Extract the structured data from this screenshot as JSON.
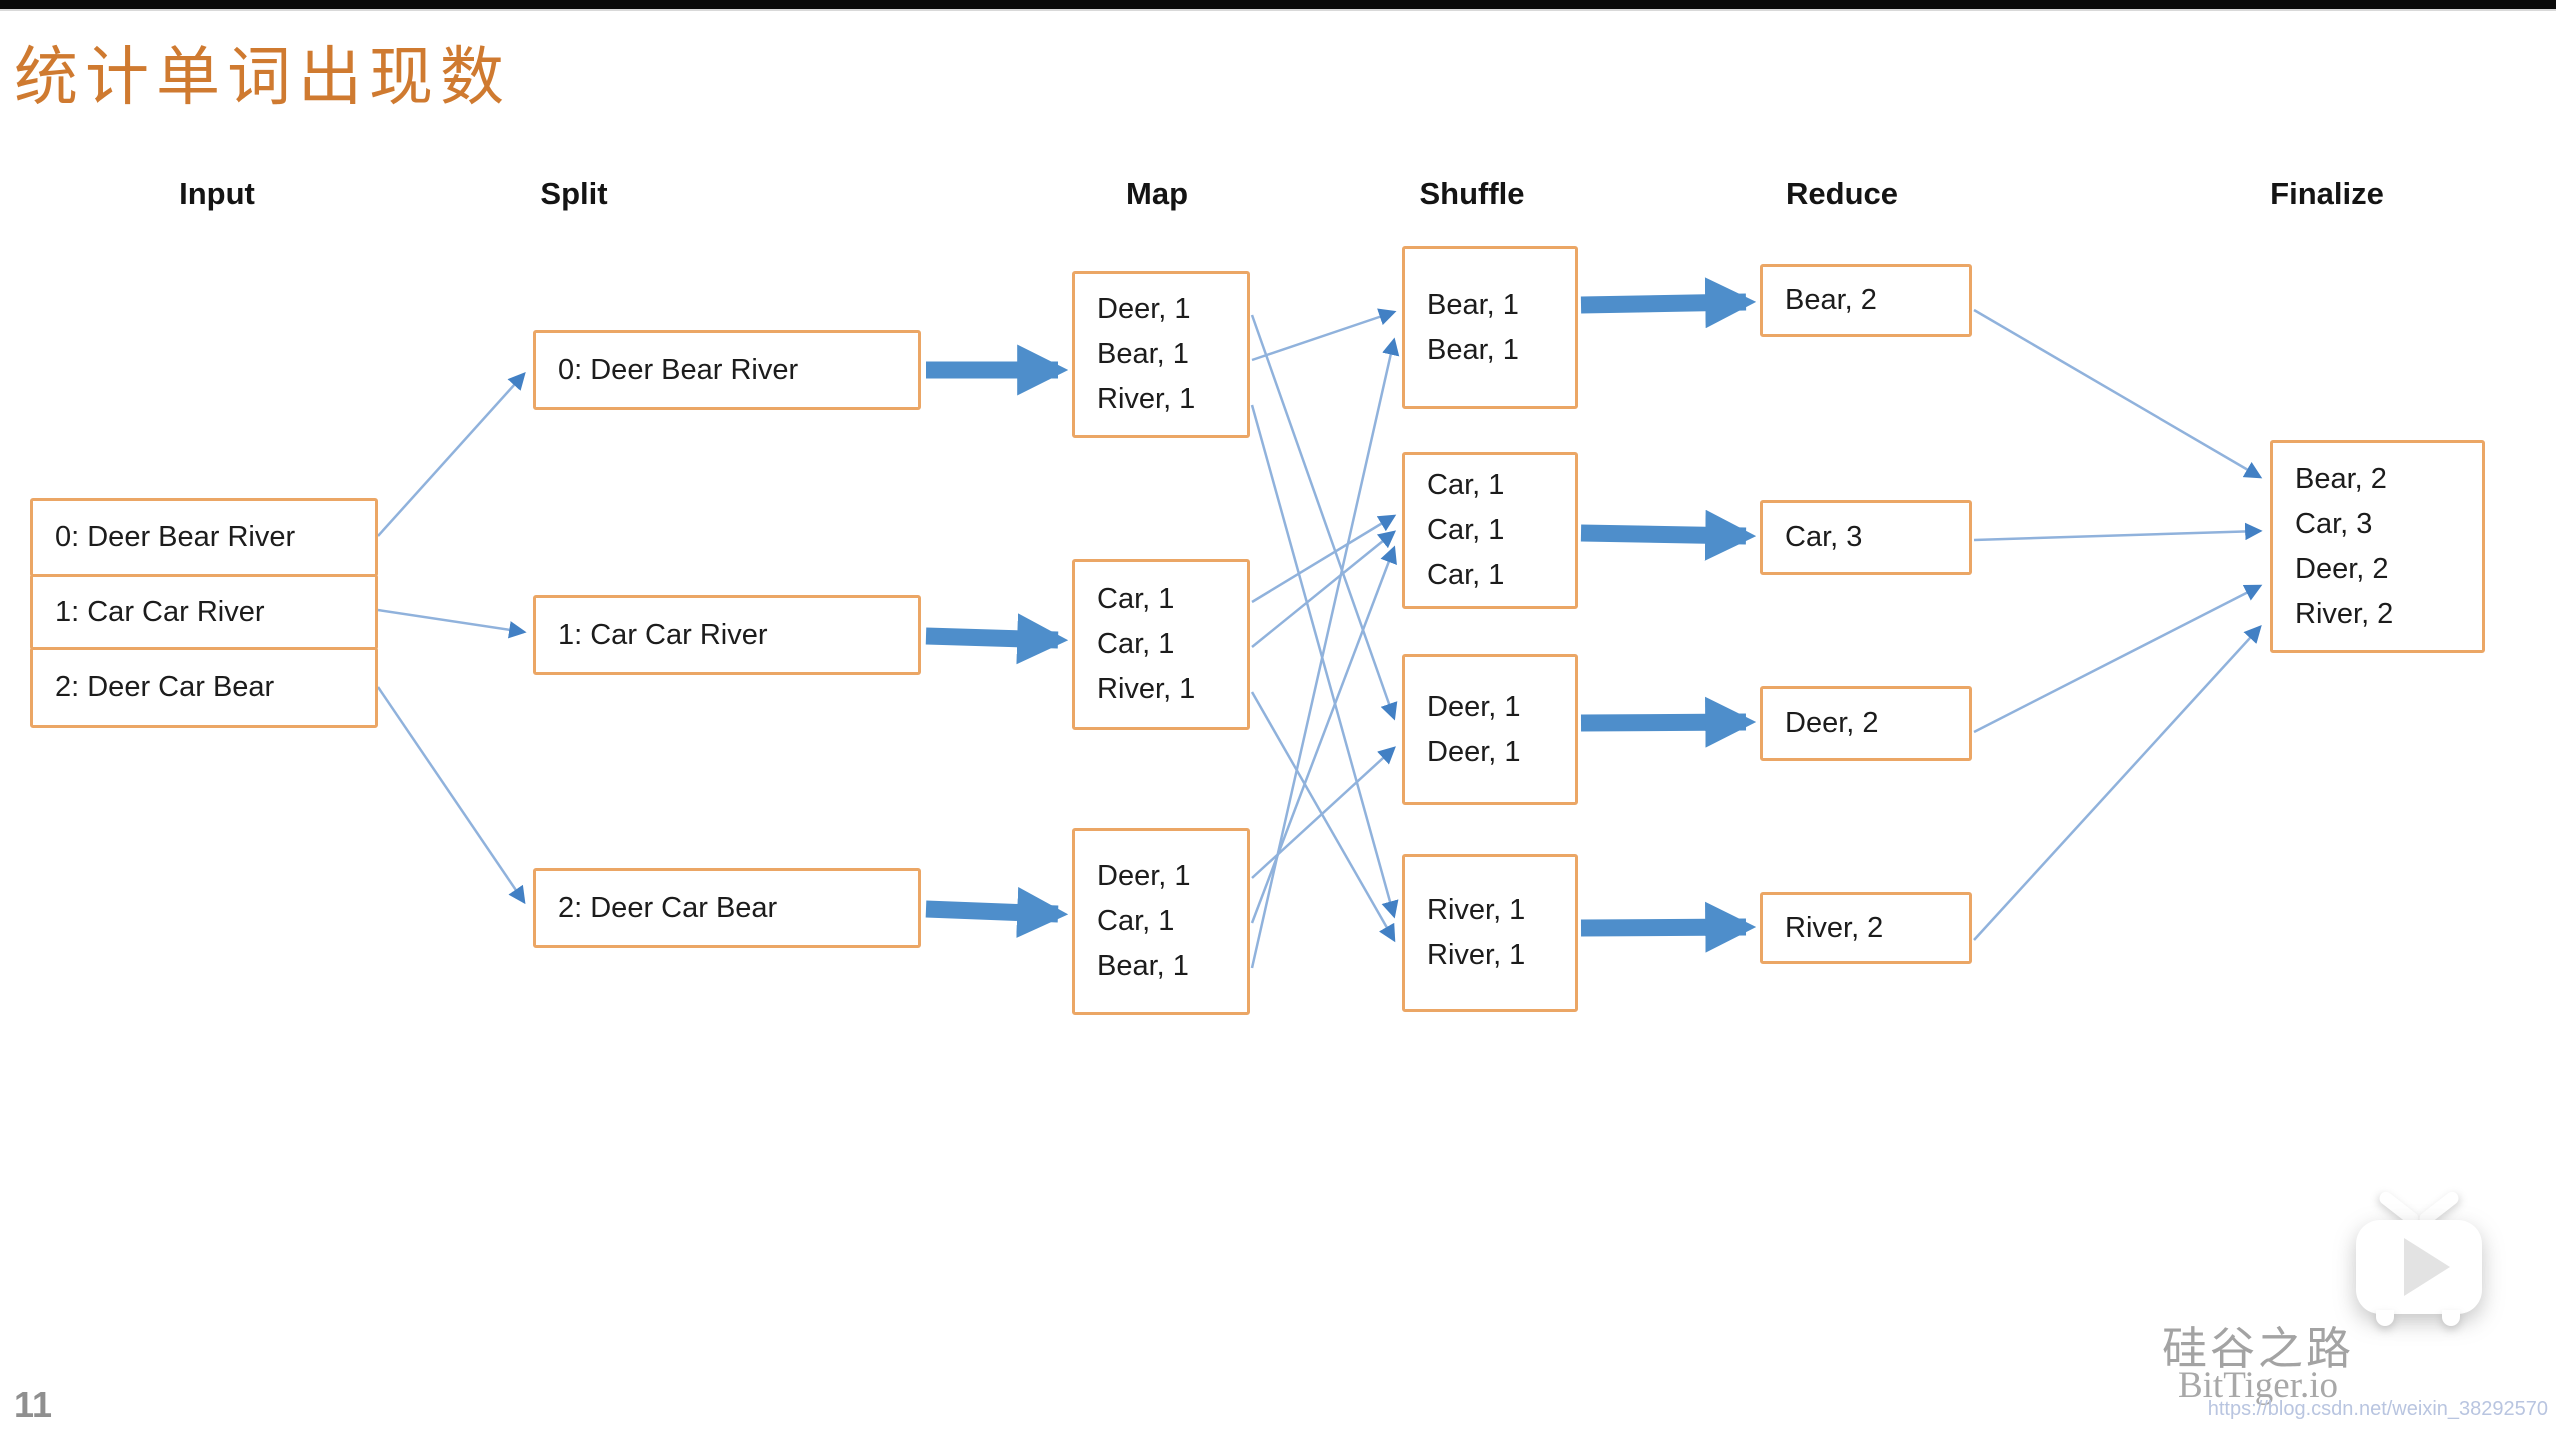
{
  "title": "统计单词出现数",
  "page_number": "11",
  "stages": {
    "input": {
      "header": "Input",
      "rows": [
        "0: Deer Bear River",
        "1: Car Car River",
        "2: Deer Car Bear"
      ]
    },
    "split": {
      "header": "Split",
      "boxes": [
        "0: Deer Bear River",
        "1: Car Car River",
        "2: Deer Car Bear"
      ]
    },
    "map": {
      "header": "Map",
      "boxes": [
        [
          "Deer, 1",
          "Bear, 1",
          "River, 1"
        ],
        [
          "Car, 1",
          "Car, 1",
          "River, 1"
        ],
        [
          "Deer, 1",
          "Car, 1",
          "Bear, 1"
        ]
      ]
    },
    "shuffle": {
      "header": "Shuffle",
      "boxes": [
        [
          "Bear, 1",
          "Bear, 1"
        ],
        [
          "Car, 1",
          "Car, 1",
          "Car, 1"
        ],
        [
          "Deer, 1",
          "Deer, 1"
        ],
        [
          "River, 1",
          "River, 1"
        ]
      ]
    },
    "reduce": {
      "header": "Reduce",
      "boxes": [
        "Bear, 2",
        "Car, 3",
        "Deer, 2",
        "River, 2"
      ]
    },
    "finalize": {
      "header": "Finalize",
      "rows": [
        "Bear, 2",
        "Car, 3",
        "Deer, 2",
        "River, 2"
      ]
    }
  },
  "watermark": {
    "brand_cn": "硅谷之路",
    "brand_en": "BitTiger.io",
    "csdn_url": "https://blog.csdn.net/weixin_38292570"
  },
  "colors": {
    "title_orange": "#cf7a30",
    "box_border_orange": "#eba665",
    "thick_arrow_blue": "#4e8ecb",
    "thin_line_blue": "#90b2dc",
    "arrowhead_blue": "#4280c4"
  }
}
